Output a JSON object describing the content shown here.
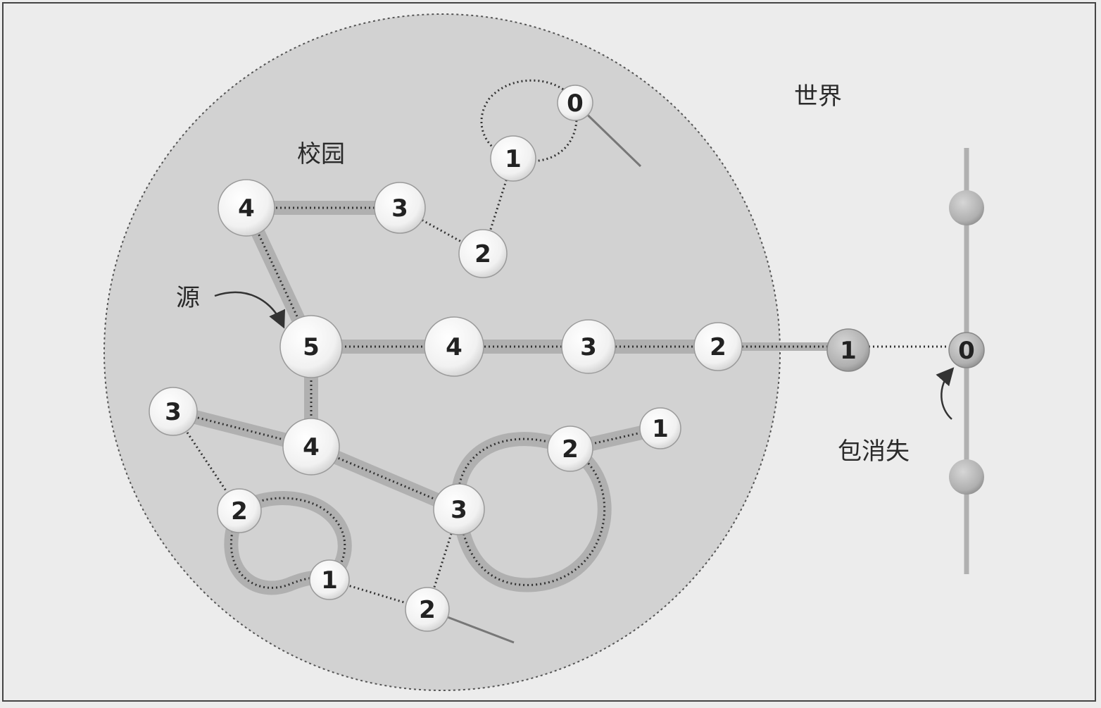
{
  "labels": {
    "world": "世界",
    "campus": "校园",
    "source": "源",
    "packet_lost": "包消失"
  },
  "nodes": [
    {
      "id": "n0-top",
      "text": "0"
    },
    {
      "id": "n1-top",
      "text": "1"
    },
    {
      "id": "n2-upper",
      "text": "2"
    },
    {
      "id": "n3-upper",
      "text": "3"
    },
    {
      "id": "n4-upper",
      "text": "4"
    },
    {
      "id": "n5-source",
      "text": "5"
    },
    {
      "id": "n4-mid",
      "text": "4"
    },
    {
      "id": "n3-mid",
      "text": "3"
    },
    {
      "id": "n2-mid",
      "text": "2"
    },
    {
      "id": "n1-edge",
      "text": "1"
    },
    {
      "id": "n0-router",
      "text": "0"
    },
    {
      "id": "n4-lower",
      "text": "4"
    },
    {
      "id": "n3-left",
      "text": "3"
    },
    {
      "id": "n2-left",
      "text": "2"
    },
    {
      "id": "n1-left",
      "text": "1"
    },
    {
      "id": "n2-bottom",
      "text": "2"
    },
    {
      "id": "n3-lower",
      "text": "3"
    },
    {
      "id": "n2-right",
      "text": "2"
    },
    {
      "id": "n1-right",
      "text": "1"
    }
  ],
  "colors": {
    "background": "#ececec",
    "campus_fill": "#d2d2d2",
    "path_highlight": "#b0b0b0",
    "node_fill": "#f8f8f8",
    "outer_node_fill": "#b3b3b3",
    "line": "#333333"
  }
}
